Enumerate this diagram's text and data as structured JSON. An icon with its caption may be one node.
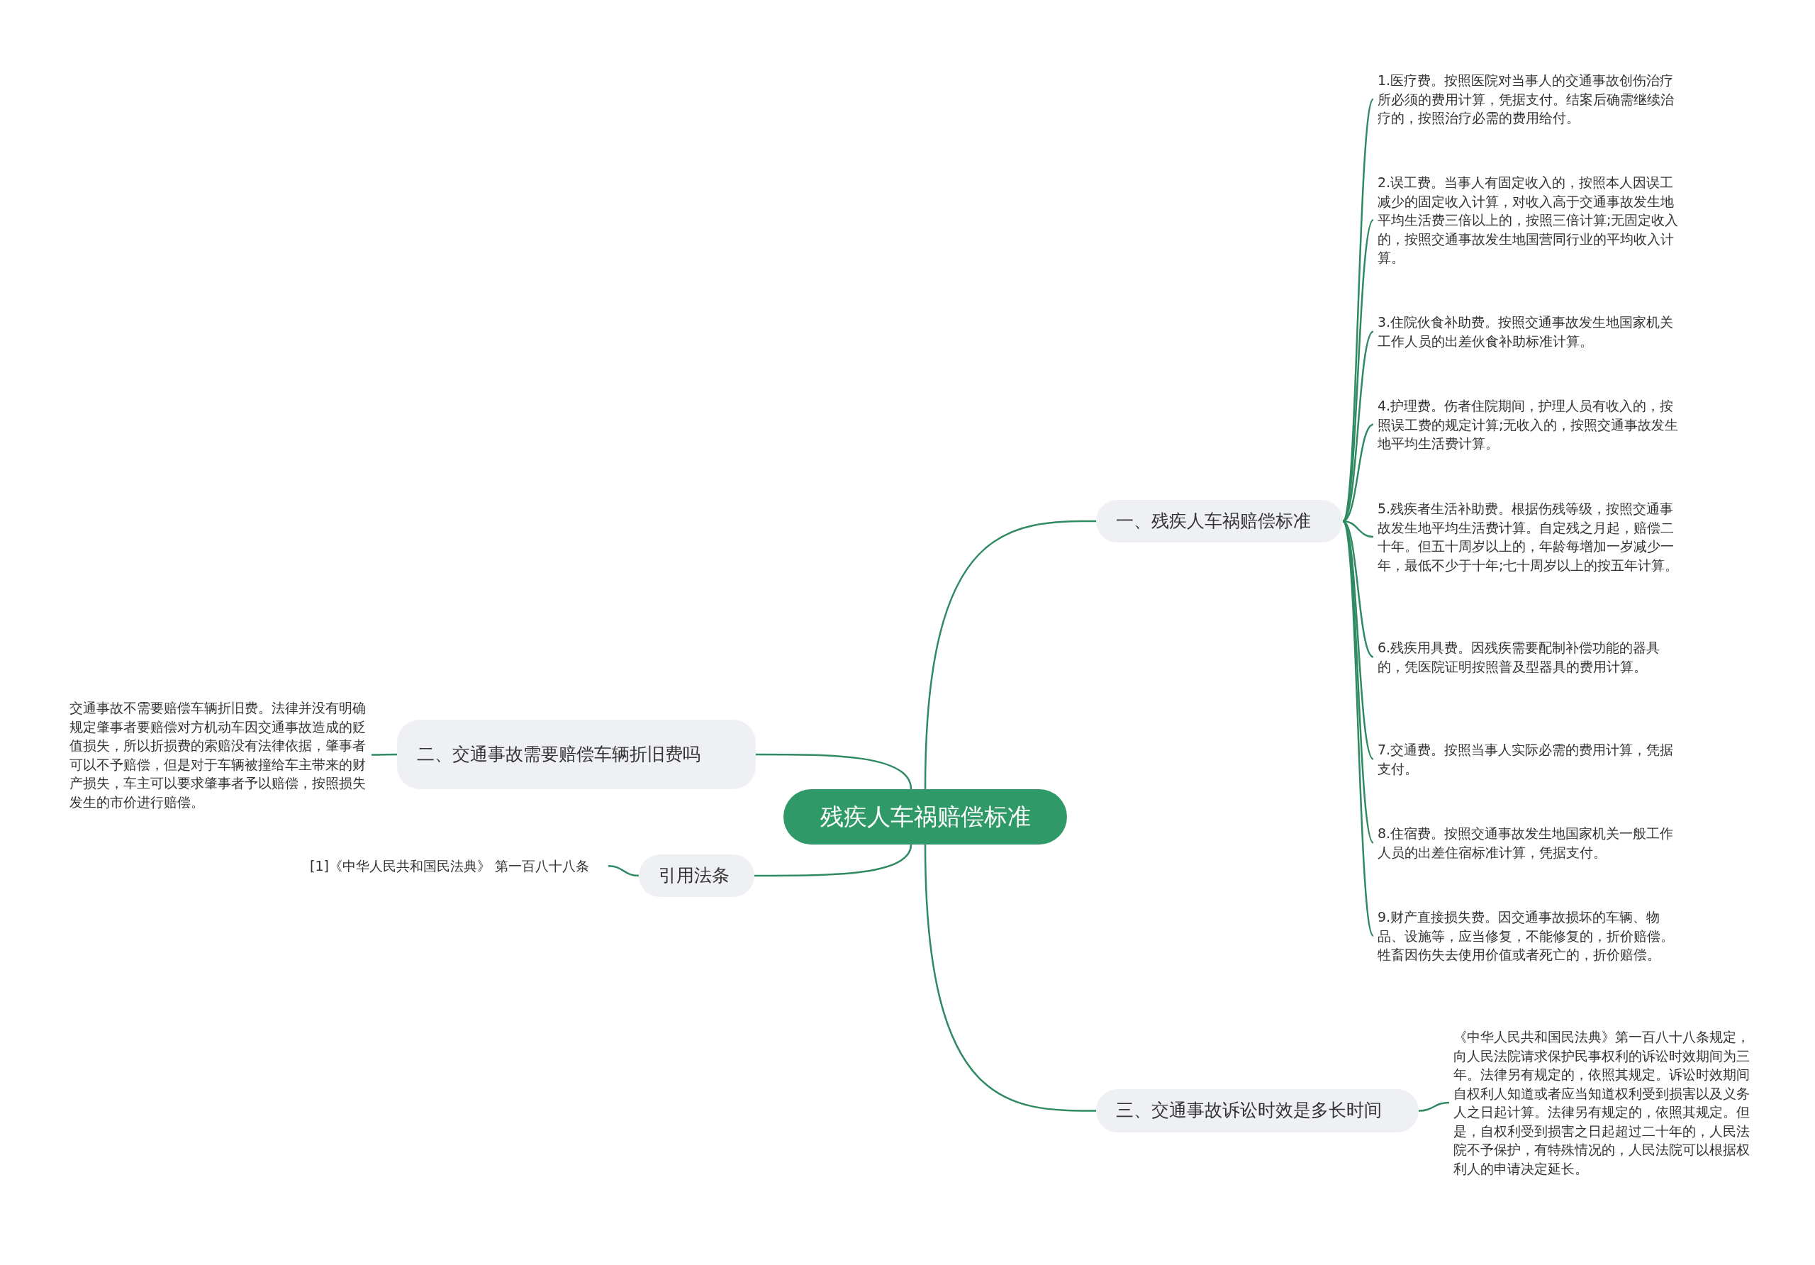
{
  "diagram": {
    "nodes": [
      {
        "text": [
          "残疾人车祸赔偿标准"
        ]
      },
      {
        "text": [
          "一、残疾人车祸赔偿标准"
        ]
      },
      {
        "text": [
          "1.医疗费。按照医院对当事人的交通事故创伤治疗所必须的费用计算，凭据支付。结案后确需继续治疗的，按照治疗必需的费用给付。"
        ]
      },
      {
        "text": [
          "2.误工费。当事人有固定收入的，按照本人因误工减少的固定收入计算，对收入高于交通事故发生地平均生活费三倍以上的，按照三倍计算;无固定收入的，按照交通事故发生地国营同行业的平均收入计算。"
        ]
      },
      {
        "text": [
          "3.住院伙食补助费。按照交通事故发生地国家机关工作人员的出差伙食补助标准计算。"
        ]
      },
      {
        "text": [
          "4.护理费。伤者住院期间，护理人员有收入的，按照误工费的规定计算;无收入的，按照交通事故发生地平均生活费计算。"
        ]
      },
      {
        "text": [
          "5.残疾者生活补助费。根据伤残等级，按照交通事故发生地平均生活费计算。自定残之月起，赔偿二十年。但五十周岁以上的，年龄每增加一岁减少一年，最低不少于十年;七十周岁以上的按五年计算。"
        ]
      },
      {
        "text": [
          "6.残疾用具费。因残疾需要配制补偿功能的器具的，凭医院证明按照普及型器具的费用计算。"
        ]
      },
      {
        "text": [
          "7.交通费。按照当事人实际必需的费用计算，凭据支付。"
        ]
      },
      {
        "text": [
          "8.住宿费。按照交通事故发生地国家机关一般工作人员的出差住宿标准计算，凭据支付。"
        ]
      },
      {
        "text": [
          "9.财产直接损失费。因交通事故损坏的车辆、物品、设施等，应当修复，不能修复的，折价赔偿。牲畜因伤失去使用价值或者死亡的，折价赔偿。"
        ]
      },
      {
        "text": [
          "二、交通事故需要赔偿车辆折旧费吗"
        ]
      },
      {
        "text": [
          "交通事故不需要赔偿车辆折旧费。法律并没有明确规定肇事者要赔偿对方机动车因交通事故造成的贬值损失，所以折损费的索赔没有法律依据，肇事者可以不予赔偿，但是对于车辆被撞给车主带来的财产损失，车主可以要求肇事者予以赔偿，按照损失发生的市价进行赔偿。"
        ]
      },
      {
        "text": [
          "引用法条"
        ]
      },
      {
        "text": [
          "[1]《中华人民共和国民法典》 第一百八十八条"
        ]
      },
      {
        "text": [
          "三、交通事故诉讼时效是多长时间"
        ]
      },
      {
        "text": [
          "《中华人民共和国民法典》第一百八十八条规定，向人民法院请求保护民事权利的诉讼时效期间为三年。法律另有规定的，依照其规定。诉讼时效期间自权利人知道或者应当知道权利受到损害以及义务人之日起计算。法律另有规定的，依照其规定。但是，自权利受到损害之日起超过二十年的，人民法院不予保护，有特殊情况的，人民法院可以根据权利人的申请决定延长。"
        ]
      }
    ],
    "edges": [
      {
        "from": 0,
        "to": 1,
        "arrow": "none"
      },
      {
        "from": 1,
        "to": 2,
        "arrow": "none"
      },
      {
        "from": 1,
        "to": 3,
        "arrow": "none"
      },
      {
        "from": 1,
        "to": 4,
        "arrow": "none"
      },
      {
        "from": 1,
        "to": 5,
        "arrow": "none"
      },
      {
        "from": 1,
        "to": 6,
        "arrow": "none"
      },
      {
        "from": 1,
        "to": 7,
        "arrow": "none"
      },
      {
        "from": 1,
        "to": 8,
        "arrow": "none"
      },
      {
        "from": 1,
        "to": 9,
        "arrow": "none"
      },
      {
        "from": 1,
        "to": 10,
        "arrow": "none"
      },
      {
        "from": 0,
        "to": 11,
        "arrow": "none"
      },
      {
        "from": 11,
        "to": 12,
        "arrow": "none"
      },
      {
        "from": 0,
        "to": 13,
        "arrow": "none"
      },
      {
        "from": 13,
        "to": 14,
        "arrow": "none"
      },
      {
        "from": 0,
        "to": 15,
        "arrow": "none"
      },
      {
        "from": 15,
        "to": 16,
        "arrow": "none"
      }
    ]
  }
}
